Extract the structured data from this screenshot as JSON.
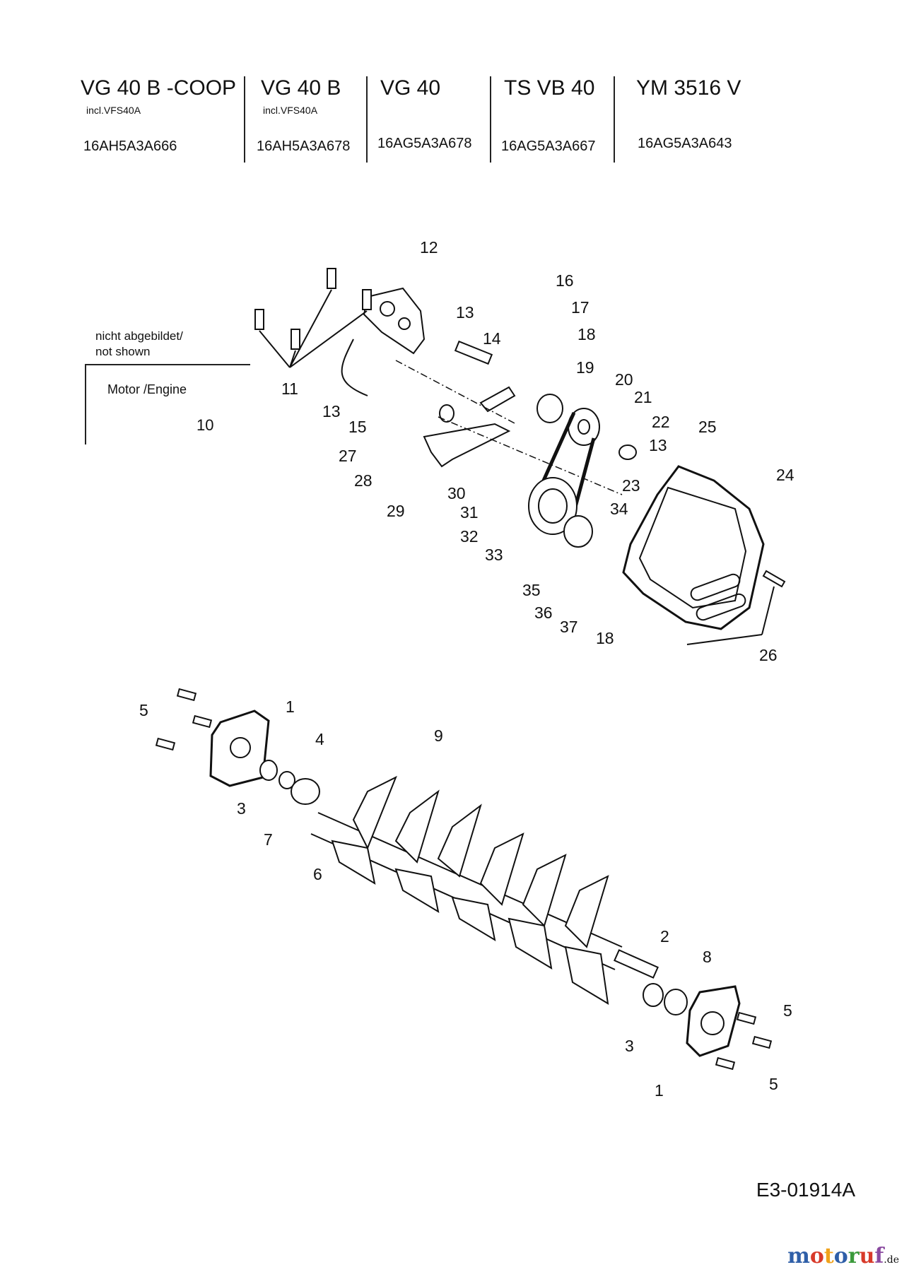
{
  "models": [
    {
      "model": "VG 40 B -COOP",
      "incl": "incl.VFS40A",
      "code": "16AH5A3A666"
    },
    {
      "model": "VG 40 B",
      "incl": "incl.VFS40A",
      "code": "16AH5A3A678"
    },
    {
      "model": "VG 40",
      "incl": "",
      "code": "16AG5A3A678"
    },
    {
      "model": "TS VB 40",
      "incl": "",
      "code": "16AG5A3A667"
    },
    {
      "model": "YM 3516 V",
      "incl": "",
      "code": "16AG5A3A643"
    }
  ],
  "not_shown": {
    "line1": "nicht abgebildet/",
    "line2": "not shown"
  },
  "motor": {
    "label": "Motor /Engine",
    "number": "10"
  },
  "callouts": [
    "12",
    "16",
    "17",
    "13",
    "14",
    "18",
    "19",
    "20",
    "21",
    "22",
    "25",
    "13",
    "24",
    "11",
    "13",
    "15",
    "27",
    "28",
    "29",
    "30",
    "31",
    "23",
    "34",
    "32",
    "33",
    "35",
    "36",
    "37",
    "18",
    "26",
    "1",
    "5",
    "4",
    "9",
    "3",
    "7",
    "6",
    "2",
    "8",
    "5",
    "3",
    "1",
    "5"
  ],
  "drawing_code": "E3-01914A",
  "brand": {
    "name": "motoruf",
    "suffix": ".de",
    "colors": [
      "#2f5fa8",
      "#d83a2a",
      "#f0a21b",
      "#2f5fa8",
      "#3b9a3b",
      "#d83a2a",
      "#8a4aa0"
    ]
  }
}
